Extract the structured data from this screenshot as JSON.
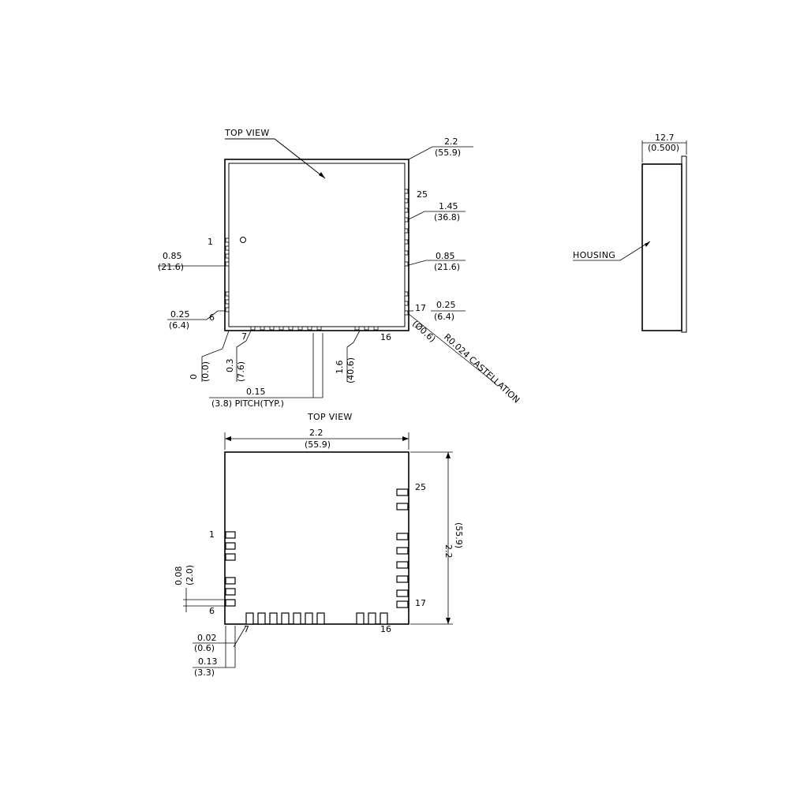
{
  "top_drawing": {
    "title": "TOP VIEW",
    "width_in": "2.2",
    "width_mm": "(55.9)",
    "pin_25": "25",
    "pin_1": "1",
    "pin_6": "6",
    "pin_7": "7",
    "pin_16": "16",
    "pin_17": "17",
    "right_upper_in": "1.45",
    "right_upper_mm": "(36.8)",
    "right_mid_in": "0.85",
    "right_mid_mm": "(21.6)",
    "right_low_in": "0.25",
    "right_low_mm": "(6.4)",
    "left_mid_in": "0.85",
    "left_mid_mm": "(21.6)",
    "left_low_in": "0.25",
    "left_low_mm": "(6.4)",
    "bottom_zero_in": "0",
    "bottom_zero_mm": "(0.0)",
    "bottom_03_in": "0.3",
    "bottom_03_mm": "(7.6)",
    "bottom_16_in": "1.6",
    "bottom_16_mm": "(40.6)",
    "pitch_in": "0.15",
    "pitch_mm": "(3.8) PITCH(TYP.)",
    "castellation_mm": "(Ø0.6)",
    "castellation_label": "R0.024 CASTELLATION"
  },
  "side_drawing": {
    "thick_in": "12.7",
    "thick_mm": "(0.500)",
    "housing_label": "HOUSING"
  },
  "bottom_drawing": {
    "title": "TOP VIEW",
    "width_in": "2.2",
    "width_mm": "(55.9)",
    "height_in": "2.2",
    "height_mm": "(55.9)",
    "pin_25": "25",
    "pin_1": "1",
    "pin_6": "6",
    "pin_7": "7",
    "pin_16": "16",
    "pin_17": "17",
    "pad_in": "0.08",
    "pad_mm": "(2.0)",
    "edge_in": "0.02",
    "edge_mm": "(0.6)",
    "offset_in": "0.13",
    "offset_mm": "(3.3)"
  }
}
